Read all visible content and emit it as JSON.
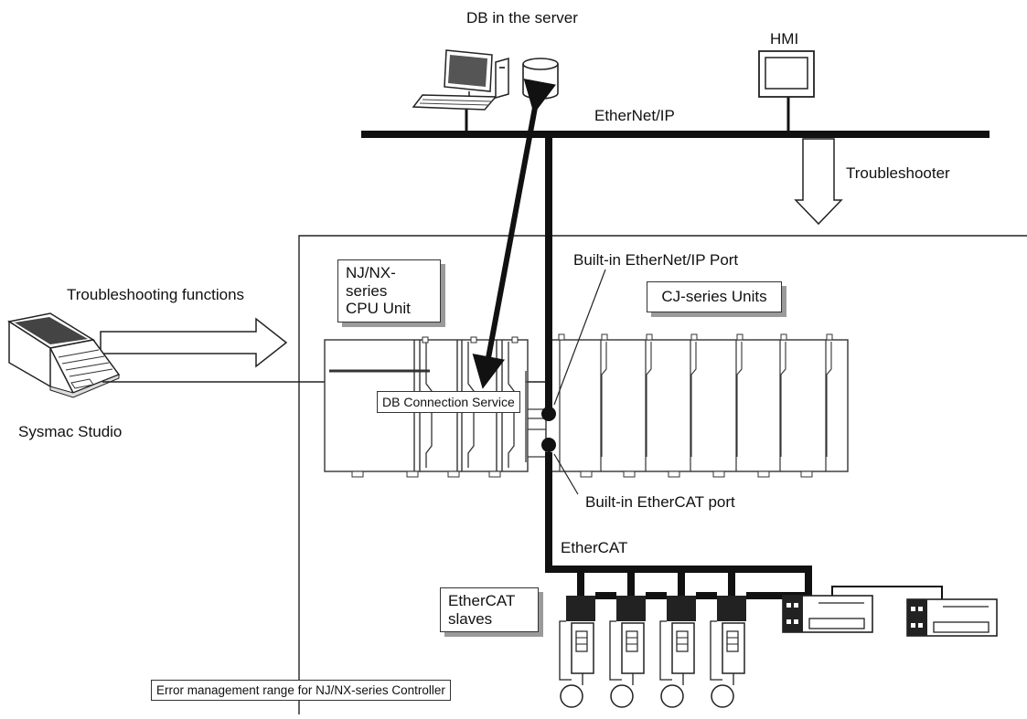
{
  "labels": {
    "db_server": "DB in the server",
    "hmi": "HMI",
    "ethernet_ip": "EtherNet/IP",
    "troubleshooter": "Troubleshooter",
    "builtin_eip_port": "Built-in EtherNet/IP Port",
    "troubleshooting_functions": "Troubleshooting functions",
    "cpu_unit_line1": "NJ/NX-series",
    "cpu_unit_line2": "CPU Unit",
    "cj_units": "CJ-series Units",
    "db_connection_service": "DB Connection Service",
    "sysmac_studio": "Sysmac Studio",
    "builtin_ethercat_port": "Built-in EtherCAT port",
    "ethercat": "EtherCAT",
    "slaves_line1": "EtherCAT",
    "slaves_line2": "slaves",
    "error_range": "Error management range for NJ/NX-series Controller"
  },
  "servo_drive_count": 4,
  "io_slave_count": 2,
  "cj_unit_slot_count": 7
}
